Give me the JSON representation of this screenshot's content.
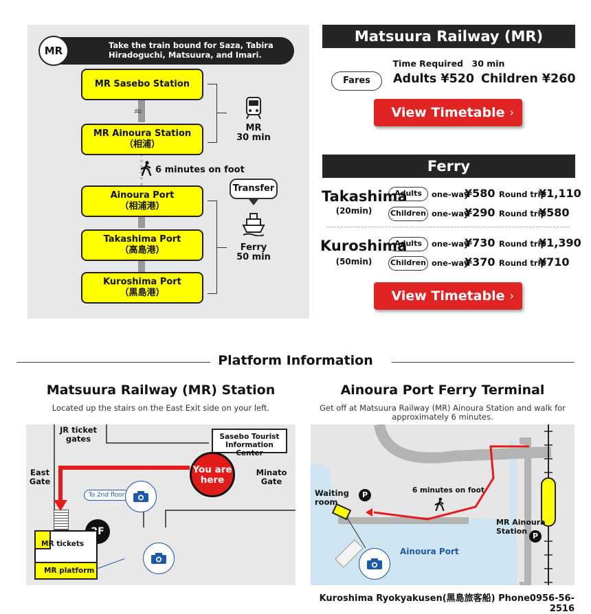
{
  "route": {
    "mr_badge": "MR",
    "banner_text": "Take the train bound for Saza, Tabira Hiradoguchi, Matsuura, and Imari.",
    "stations": [
      {
        "name": "MR Sasebo Station",
        "sub": ""
      },
      {
        "name": "MR Ainoura Station",
        "sub": "（相浦）"
      },
      {
        "name": "Ainoura Port",
        "sub": "（相浦港）"
      },
      {
        "name": "Takashima Port",
        "sub": "（高島港）"
      },
      {
        "name": "Kuroshima Port",
        "sub": "（黒島港）"
      }
    ],
    "train_label": "MR",
    "train_time": "30 min",
    "walk_text": "6 minutes on foot",
    "transfer_label": "Transfer",
    "ferry_label": "Ferry",
    "ferry_time": "50 min",
    "colors": {
      "stop": "#ffff00",
      "panel": "#e8e8e8"
    }
  },
  "mr": {
    "header": "Matsuura Railway (MR)",
    "time_required": "Time Required　30 min",
    "fares_label": "Fares",
    "adults": "Adults ¥520",
    "children": "Children ¥260",
    "timetable_btn": "View Timetable",
    "chevron": "›"
  },
  "ferry": {
    "header": "Ferry",
    "routes": [
      {
        "island": "Takashima",
        "minutes": "(20min)",
        "adults_label": "Adults",
        "adults_oneway_label": "one-way",
        "adults_oneway": "¥580",
        "adults_round_label": "Round trip",
        "adults_round": "¥1,110",
        "children_label": "Children",
        "children_oneway_label": "one-way",
        "children_oneway": "¥290",
        "children_round_label": "Round trip",
        "children_round": "¥580"
      },
      {
        "island": "Kuroshima",
        "minutes": "(50min)",
        "adults_label": "Adults",
        "adults_oneway_label": "one-way",
        "adults_oneway": "¥730",
        "adults_round_label": "Round trip",
        "adults_round": "¥1,390",
        "children_label": "Children",
        "children_oneway_label": "one-way",
        "children_oneway": "¥370",
        "children_round_label": "Round trip",
        "children_round": "¥710"
      }
    ],
    "timetable_btn": "View Timetable",
    "chevron": "›"
  },
  "platform": {
    "title": "Platform Information",
    "station": {
      "title": "Matsuura Railway (MR) Station",
      "subtitle": "Located up the stairs on the East Exit side on your left.",
      "jr_gates": "JR ticket gates",
      "tourist_center": "Sasebo Tourist Information Center",
      "east_gate": "East Gate",
      "minato_gate": "Minato Gate",
      "you_are_here": "You are here",
      "to_2nd_floor": "To 2nd floor",
      "floor_badge": "2F",
      "mr_tickets": "MR tickets",
      "mr_platform": "MR platform"
    },
    "port": {
      "title": "Ainoura Port Ferry Terminal",
      "subtitle": "Get off at Matsuura Railway (MR)  Ainoura Station and walk for approximately 6 minutes.",
      "waiting_room": "Waiting room",
      "walk_text": "6 minutes on foot",
      "station_label": "MR Ainoura Station",
      "port_label": "Ainoura Port",
      "parking": "P"
    },
    "phone": "Kuroshima Ryokyakusen(黒島旅客船)  Phone0956-56-2516"
  },
  "icons": [
    "train-icon",
    "walk-icon",
    "ferry-icon",
    "camera-icon",
    "parking-icon",
    "chevron-right-icon"
  ],
  "colors": {
    "accent_red": "#e02424",
    "header_dark": "#252525",
    "yellow": "#ffff00",
    "camera_blue": "#1f58a8",
    "water": "#cfe6f2"
  }
}
